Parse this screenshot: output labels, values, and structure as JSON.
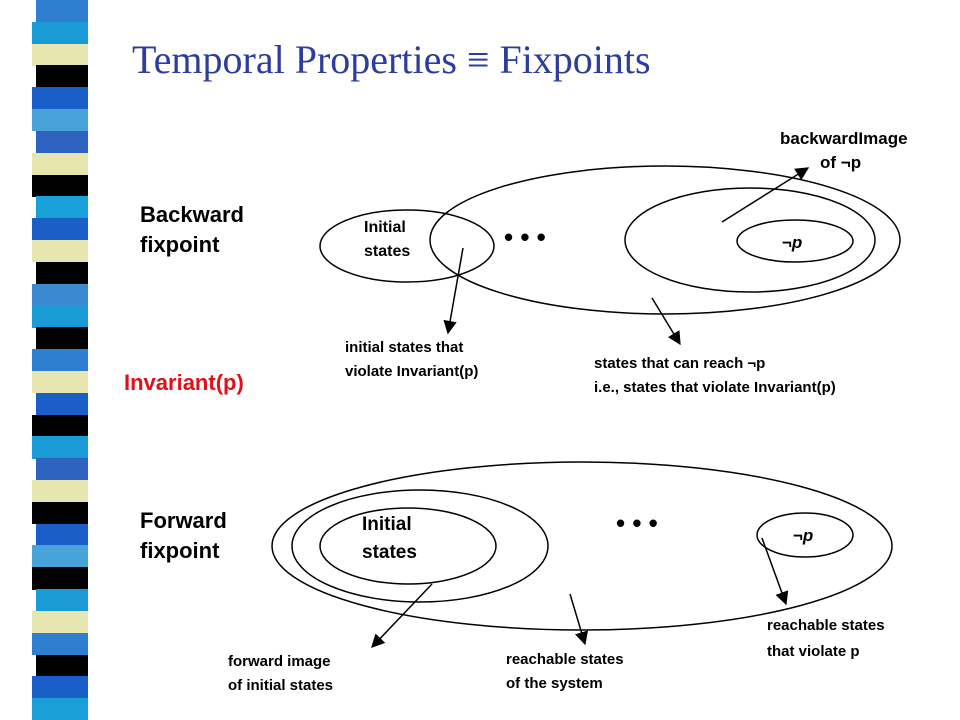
{
  "slide": {
    "title": "Temporal Properties ≡ Fixpoints"
  },
  "sidebar": {
    "colors": [
      "#2f7fd0",
      "#1a9bd6",
      "#e8e6b0",
      "#000000",
      "#1a5fc8",
      "#4aa3d8",
      "#2f63c0",
      "#e8e6b0",
      "#000000",
      "#1aa0d8",
      "#1a5fc8",
      "#e8e6b0",
      "#000000",
      "#3b8ad0",
      "#1a9bd6",
      "#000000",
      "#2f7fd0",
      "#e8e6b0",
      "#1a5fc8",
      "#000000",
      "#1a9bd6",
      "#2f63c0",
      "#e8e6b0",
      "#000000",
      "#1a5fc8",
      "#4aa3d8",
      "#000000",
      "#1a9bd6",
      "#e8e6b0",
      "#2f7fd0",
      "#000000",
      "#1a5fc8",
      "#1aa0d8"
    ]
  },
  "backward": {
    "heading": [
      "Backward",
      "fixpoint"
    ],
    "initial_label": [
      "Initial",
      "states"
    ],
    "dots": "• • •",
    "neg_p": "¬p",
    "image_label": [
      "backwardImage",
      "of  ¬p"
    ],
    "callout_initial": [
      "initial states that",
      "violate Invariant(p)"
    ],
    "callout_reach": [
      "states that can reach  ¬p",
      "i.e., states that violate Invariant(p)"
    ]
  },
  "middle": {
    "invariant": "Invariant(p)",
    "invariant_color": "#e0101a"
  },
  "forward": {
    "heading": [
      "Forward",
      "fixpoint"
    ],
    "initial_label": [
      "Initial",
      "states"
    ],
    "dots": "• • •",
    "neg_p": "¬p",
    "callout_image": [
      "forward image",
      "of initial states"
    ],
    "callout_reach": [
      "reachable states",
      "of the system"
    ],
    "callout_violate": [
      "reachable states",
      "that  violate p"
    ]
  }
}
